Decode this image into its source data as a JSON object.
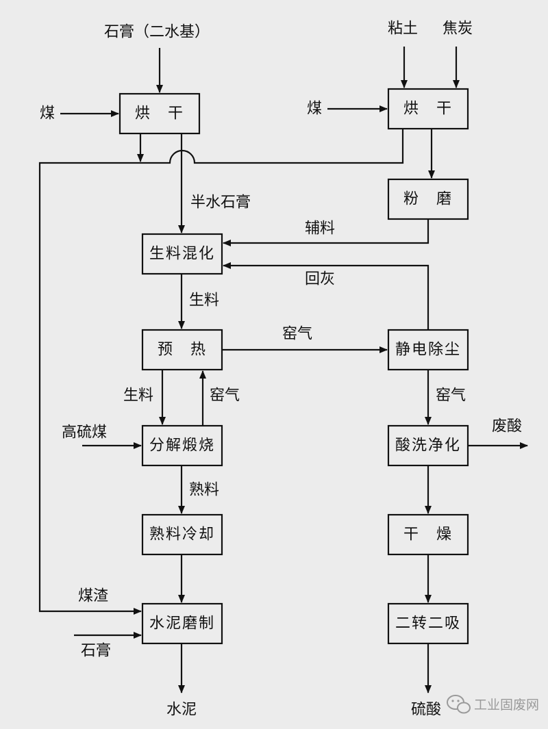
{
  "boxes": {
    "dry_gypsum": "烘　干",
    "dry_clay": "烘　干",
    "grind": "粉　磨",
    "raw_mix": "生料混化",
    "preheat": "预　热",
    "esp": "静电除尘",
    "calcine": "分解煅烧",
    "acid_wash": "酸洗净化",
    "clinker_cool": "熟料冷却",
    "drying": "干　燥",
    "cement_mill": "水泥磨制",
    "double_contact": "二转二吸"
  },
  "labels": {
    "gypsum_input": "石膏（二水基）",
    "clay": "粘土",
    "coke": "焦炭",
    "coal_left": "煤",
    "coal_right": "煤",
    "hemihydrate": "半水石膏",
    "aux": "辅料",
    "return_ash": "回灰",
    "raw_meal_1": "生料",
    "kiln_gas_1": "窑气",
    "raw_meal_2": "生料",
    "kiln_gas_2": "窑气",
    "kiln_gas_3": "窑气",
    "high_s_coal": "高硫煤",
    "waste_acid": "废酸",
    "clinker": "熟料",
    "slag": "煤渣",
    "gypsum_add": "石膏",
    "cement": "水泥",
    "sulfuric_acid": "硫酸"
  },
  "watermark": {
    "text": "工业固废网",
    "icon": "wechat-icon"
  }
}
